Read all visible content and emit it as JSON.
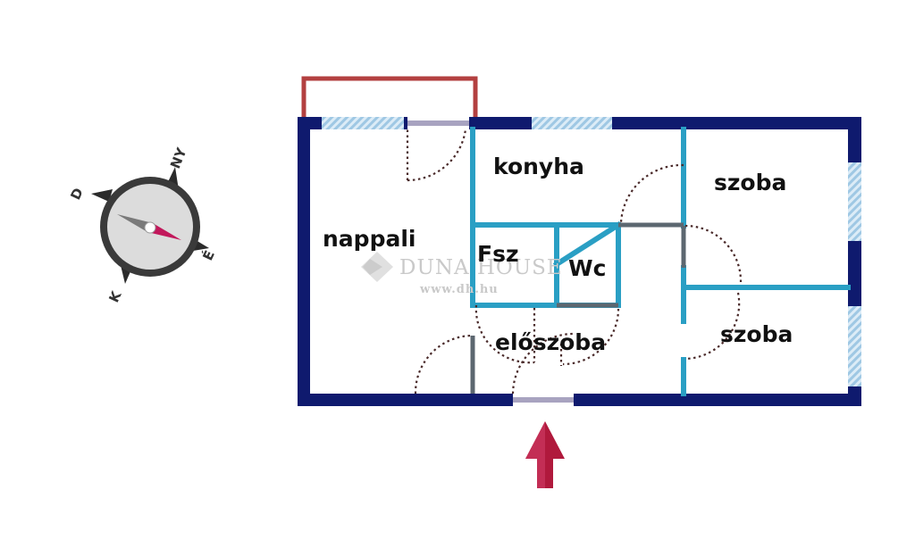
{
  "rooms": {
    "nappali": "nappali",
    "konyha": "konyha",
    "szoba_top": "szoba",
    "szoba_bottom": "szoba",
    "fsz": "Fsz",
    "wc": "Wc",
    "eloszoba": "előszoba"
  },
  "compass": {
    "north": "NY",
    "west": "D",
    "east": "É",
    "south": "K"
  },
  "watermark": {
    "brand": "DUNA HOUSE",
    "url": "www.dh.hu"
  },
  "colors": {
    "outer_wall": "#0f1a6e",
    "inner_wall": "#2a9fc4",
    "partition": "#5c6770",
    "balcony": "#b34040",
    "window": "#a9cde6",
    "entrance_arrow": "#b0193c",
    "compass_needle": "#c2185b"
  },
  "icons": {
    "compass": "compass-icon",
    "entrance": "entrance-arrow-icon"
  }
}
